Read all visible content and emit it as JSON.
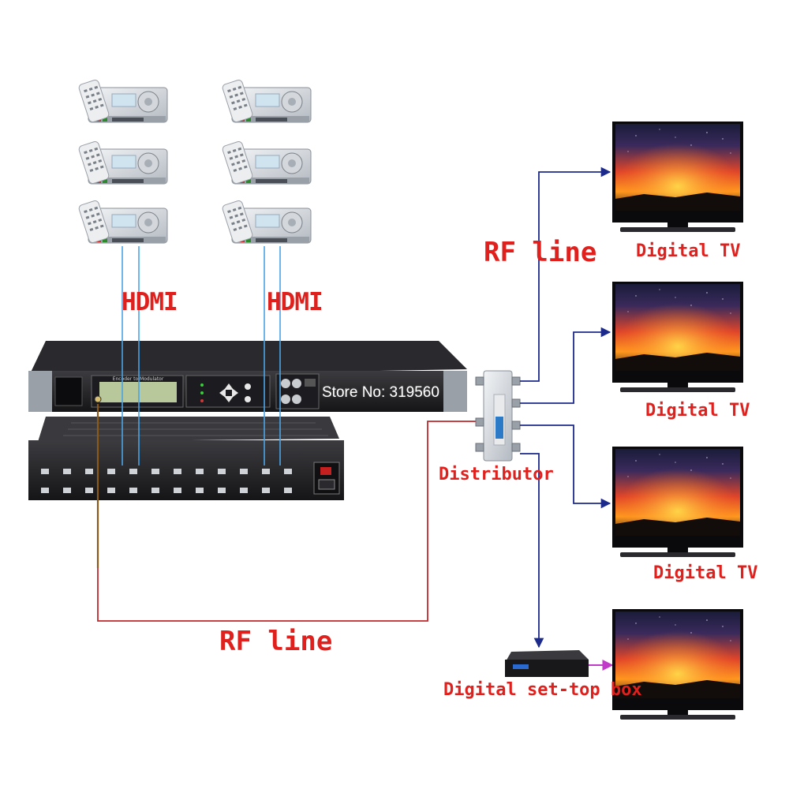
{
  "labels": {
    "hdmi_left": "HDMI",
    "hdmi_right": "HDMI",
    "rf_line_top": "RF line",
    "rf_line_bottom": "RF line",
    "distributor": "Distributor",
    "tv_1": "Digital TV",
    "tv_2": "Digital TV",
    "tv_3": "Digital TV",
    "set_top_box": "Digital set-top box"
  },
  "encoder_front_panel": {
    "lcd_text": "Encoder to Modulator"
  },
  "watermark": "Store No: 319560",
  "colors": {
    "label_red": "#e0201c",
    "hdmi_cable": "#4aa3e6",
    "rf_cable_red": "#c0282a",
    "rf_cable_blue": "#1c2a8c",
    "stb_arrow": "#c03cc8"
  },
  "receivers": [
    "satellite-receiver",
    "satellite-receiver",
    "satellite-receiver",
    "satellite-receiver",
    "satellite-receiver",
    "satellite-receiver"
  ],
  "tvs": [
    "tv-1",
    "tv-2",
    "tv-3",
    "tv-4"
  ]
}
